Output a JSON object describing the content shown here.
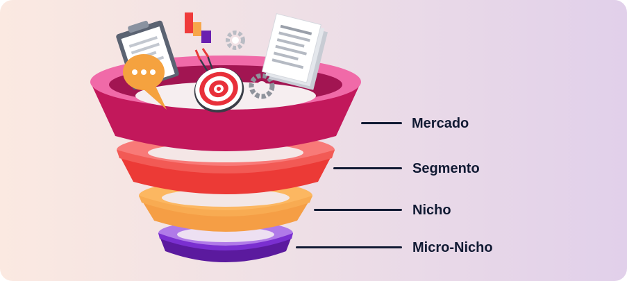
{
  "levels": [
    {
      "label": "Mercado",
      "color": "#c2185b"
    },
    {
      "label": "Segmento",
      "color": "#ee3c3c"
    },
    {
      "label": "Nicho",
      "color": "#f7a64a"
    },
    {
      "label": "Micro-Nicho",
      "color": "#6a1fb0"
    }
  ],
  "icons": [
    "clipboard-icon",
    "speech-bubble-icon",
    "bar-blocks-icon",
    "gear-icon",
    "target-icon",
    "document-stack-icon"
  ]
}
